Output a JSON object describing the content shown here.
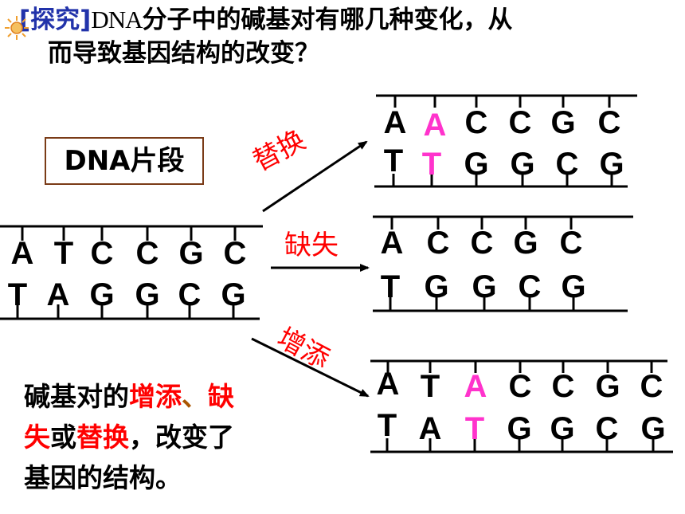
{
  "question": {
    "bracket": "[探究]",
    "acronym": "DNA",
    "line1_rest": "分子中的碱基对有哪几种变化，从",
    "line2": "而导致基因结构的改变？"
  },
  "fragment_label": "DNA片段",
  "original": {
    "top": [
      "A",
      "T",
      "C",
      "C",
      "G",
      "C"
    ],
    "bottom": [
      "T",
      "A",
      "G",
      "G",
      "C",
      "G"
    ]
  },
  "substitution": {
    "label": "替换",
    "top": [
      "A",
      "A",
      "C",
      "C",
      "G",
      "C"
    ],
    "bottom": [
      "T",
      "T",
      "G",
      "G",
      "C",
      "G"
    ]
  },
  "deletion": {
    "label": "缺失",
    "top": [
      "A",
      "C",
      "C",
      "G",
      "C"
    ],
    "bottom": [
      "T",
      "G",
      "G",
      "C",
      "G"
    ]
  },
  "insertion": {
    "label": "增添",
    "top": [
      "A",
      "T",
      "A",
      "C",
      "C",
      "G",
      "C"
    ],
    "bottom": [
      "T",
      "A",
      "T",
      "G",
      "G",
      "C",
      "G"
    ]
  },
  "summary": {
    "s1": "碱基对的",
    "s2": "增添",
    "s3": "、",
    "s4": "缺",
    "s5": "失",
    "s6": "或",
    "s7": "替换",
    "s8": "，改变了",
    "s9": "基因的结构。"
  },
  "colors": {
    "highlight": "#ff33cc",
    "label": "#ff0000",
    "frame": "#7a3b17",
    "bracket": "#2233aa"
  }
}
